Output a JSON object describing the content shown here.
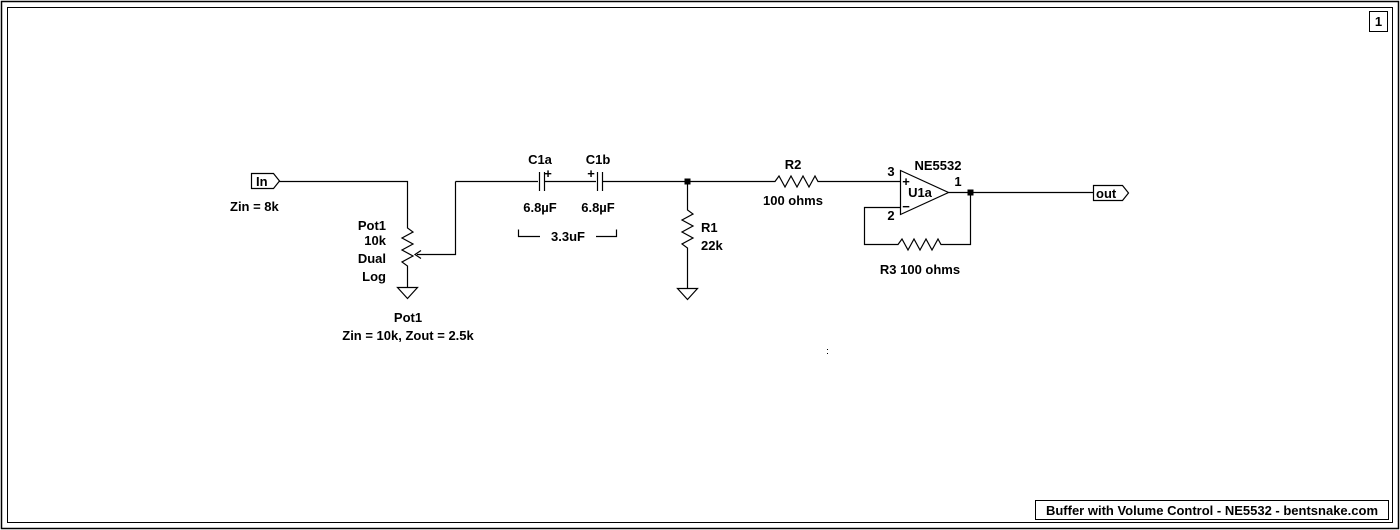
{
  "sheet": {
    "number": "1"
  },
  "title_block": {
    "text": "Buffer with Volume Control - NE5532 - bentsnake.com"
  },
  "ports": {
    "in": {
      "label": "In",
      "note": "Zin = 8k"
    },
    "out": {
      "label": "out"
    }
  },
  "pot1": {
    "ref": "Pot1",
    "lines": [
      "10k",
      "Dual",
      "Log"
    ],
    "caption_ref": "Pot1",
    "caption_note": "Zin = 10k, Zout = 2.5k"
  },
  "c1a": {
    "ref": "C1a",
    "value": "6.8µF",
    "polarity": "+"
  },
  "c1b": {
    "ref": "C1b",
    "value": "6.8µF",
    "polarity": "+"
  },
  "c_series_note": "3.3uF",
  "r1": {
    "ref": "R1",
    "value": "22k"
  },
  "r2": {
    "ref": "R2",
    "value": "100 ohms"
  },
  "r3": {
    "label": "R3 100 ohms"
  },
  "opamp": {
    "part": "NE5532",
    "ref": "U1a",
    "pin_noninv": "3",
    "pin_inv": "2",
    "pin_out": "1",
    "plus": "+",
    "minus": "−"
  },
  "colors": {
    "wire": "#000000",
    "background": "#ffffff"
  }
}
